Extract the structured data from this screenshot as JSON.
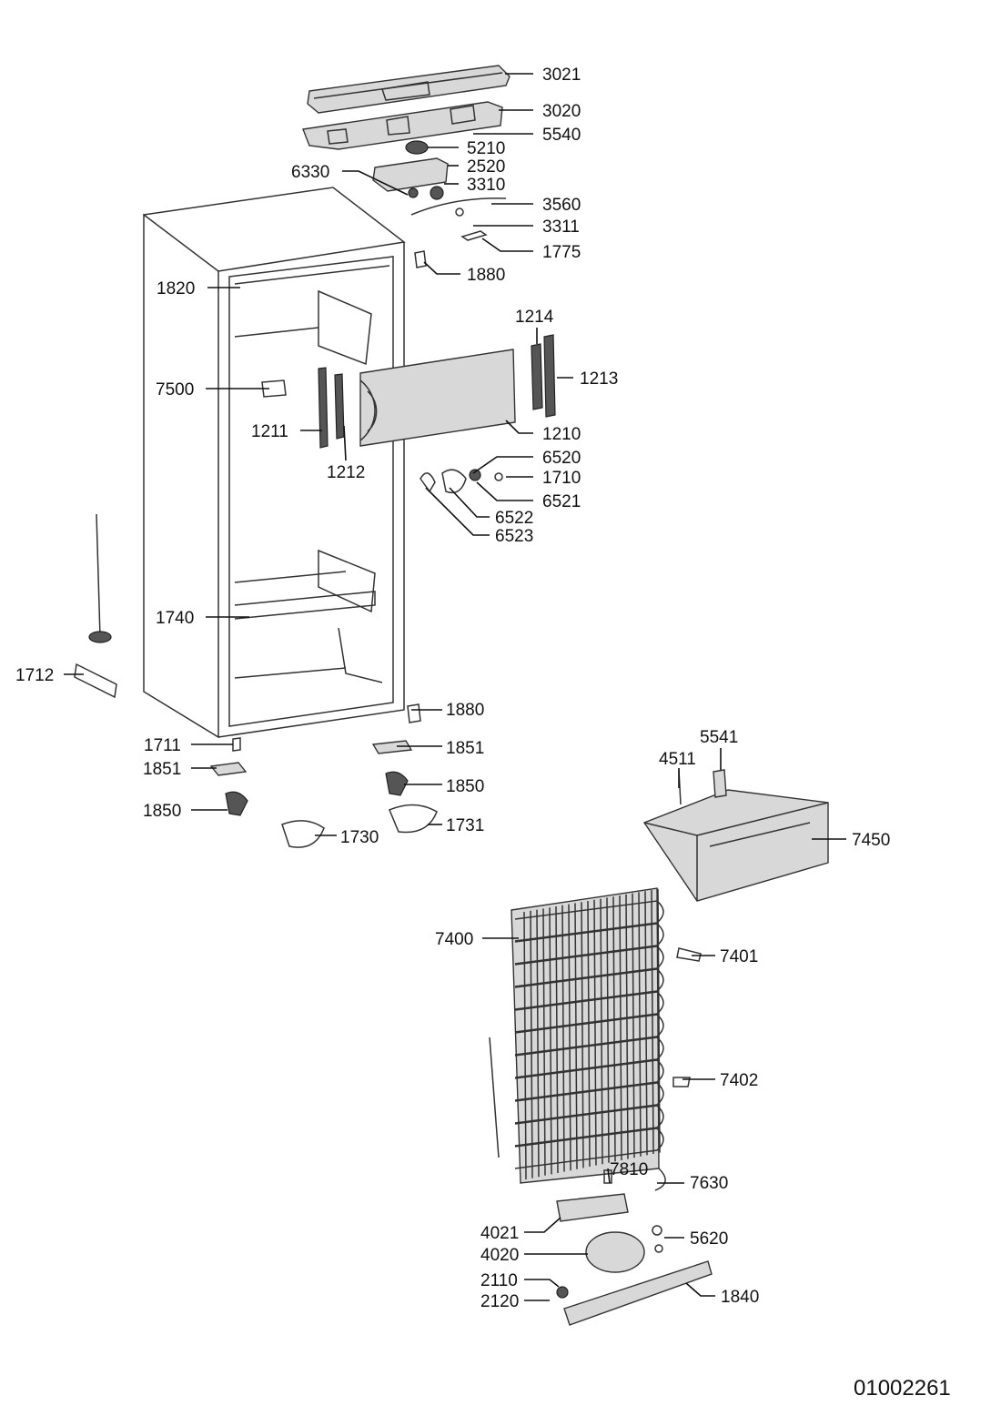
{
  "drawing_number": "01002261",
  "callouts": [
    {
      "id": "c3021",
      "label": "3021"
    },
    {
      "id": "c3020",
      "label": "3020"
    },
    {
      "id": "c5540",
      "label": "5540"
    },
    {
      "id": "c5210",
      "label": "5210"
    },
    {
      "id": "c2520",
      "label": "2520"
    },
    {
      "id": "c6330",
      "label": "6330"
    },
    {
      "id": "c3310",
      "label": "3310"
    },
    {
      "id": "c3560",
      "label": "3560"
    },
    {
      "id": "c3311",
      "label": "3311"
    },
    {
      "id": "c1775",
      "label": "1775"
    },
    {
      "id": "c1880a",
      "label": "1880"
    },
    {
      "id": "c1820",
      "label": "1820"
    },
    {
      "id": "c1214",
      "label": "1214"
    },
    {
      "id": "c1213",
      "label": "1213"
    },
    {
      "id": "c7500",
      "label": "7500"
    },
    {
      "id": "c1211",
      "label": "1211"
    },
    {
      "id": "c1210",
      "label": "1210"
    },
    {
      "id": "c1212",
      "label": "1212"
    },
    {
      "id": "c6520",
      "label": "6520"
    },
    {
      "id": "c1710",
      "label": "1710"
    },
    {
      "id": "c6521",
      "label": "6521"
    },
    {
      "id": "c6522",
      "label": "6522"
    },
    {
      "id": "c6523",
      "label": "6523"
    },
    {
      "id": "c1740",
      "label": "1740"
    },
    {
      "id": "c1712",
      "label": "1712"
    },
    {
      "id": "c1880b",
      "label": "1880"
    },
    {
      "id": "c1711",
      "label": "1711"
    },
    {
      "id": "c1851a",
      "label": "1851"
    },
    {
      "id": "c1851b",
      "label": "1851"
    },
    {
      "id": "c1850a",
      "label": "1850"
    },
    {
      "id": "c1850b",
      "label": "1850"
    },
    {
      "id": "c1731",
      "label": "1731"
    },
    {
      "id": "c1730",
      "label": "1730"
    },
    {
      "id": "c5541",
      "label": "5541"
    },
    {
      "id": "c4511",
      "label": "4511"
    },
    {
      "id": "c7450",
      "label": "7450"
    },
    {
      "id": "c7400",
      "label": "7400"
    },
    {
      "id": "c7401",
      "label": "7401"
    },
    {
      "id": "c7402",
      "label": "7402"
    },
    {
      "id": "c7810",
      "label": "7810"
    },
    {
      "id": "c7630",
      "label": "7630"
    },
    {
      "id": "c4021",
      "label": "4021"
    },
    {
      "id": "c5620",
      "label": "5620"
    },
    {
      "id": "c4020",
      "label": "4020"
    },
    {
      "id": "c2110",
      "label": "2110"
    },
    {
      "id": "c1840",
      "label": "1840"
    },
    {
      "id": "c2120",
      "label": "2120"
    }
  ]
}
